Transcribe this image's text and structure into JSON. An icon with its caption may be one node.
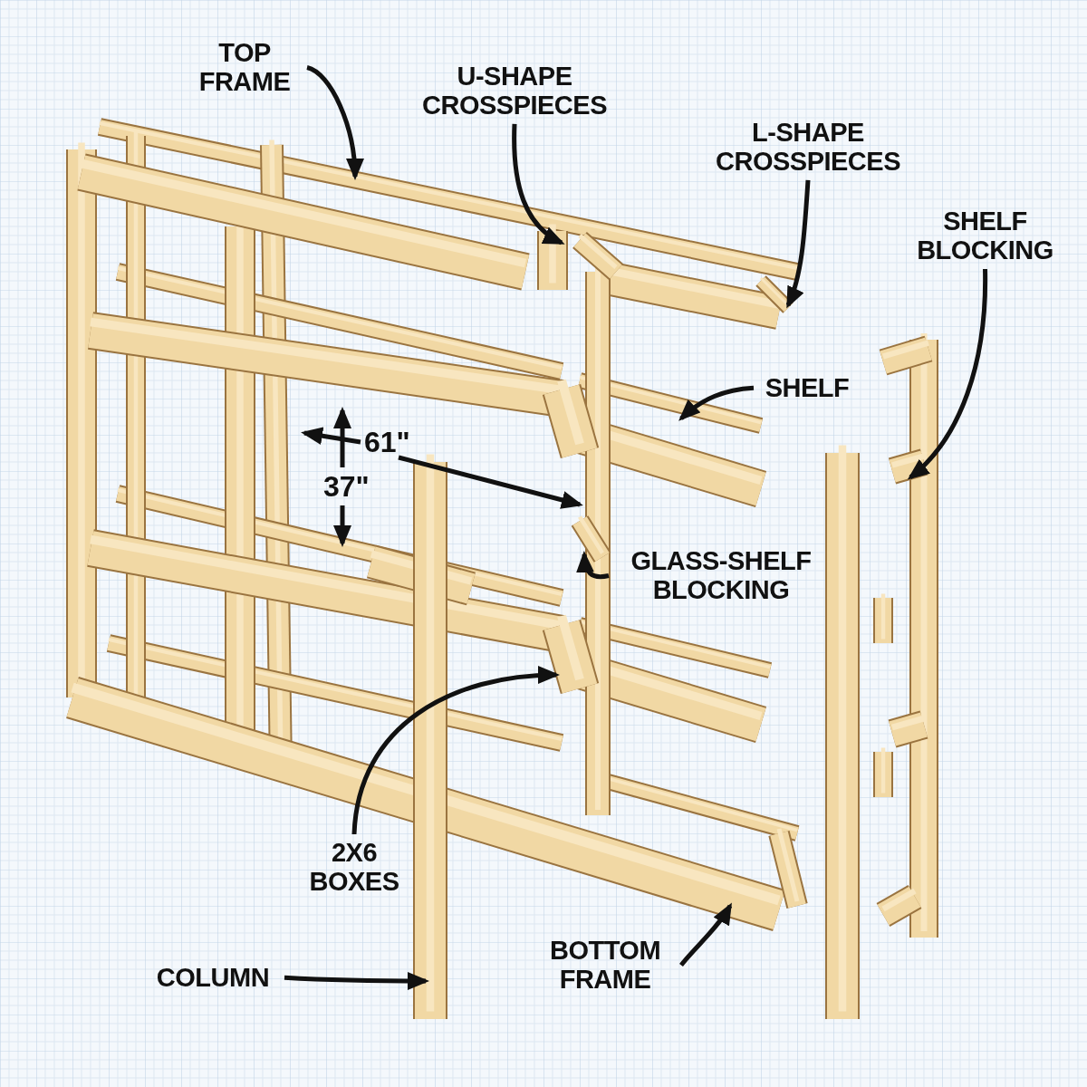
{
  "diagram": {
    "nodes": [
      {
        "text": [
          "TOP FRAME"
        ]
      },
      {
        "text": [
          "U-SHAPE CROSSPIECES"
        ]
      },
      {
        "text": [
          "L-SHAPE CROSSPIECES"
        ]
      },
      {
        "text": [
          "SHELF BLOCKING"
        ]
      },
      {
        "text": [
          "SHELF"
        ]
      },
      {
        "text": [
          "GLASS-SHELF BLOCKING"
        ]
      },
      {
        "text": [
          "2X6 BOXES"
        ]
      },
      {
        "text": [
          "COLUMN"
        ]
      },
      {
        "text": [
          "BOTTOM FRAME"
        ]
      }
    ],
    "edges": [
      {
        "from": 0,
        "to": null,
        "arrow": "to"
      },
      {
        "from": 1,
        "to": null,
        "arrow": "to"
      },
      {
        "from": 2,
        "to": null,
        "arrow": "to"
      },
      {
        "from": 3,
        "to": null,
        "arrow": "to"
      },
      {
        "from": 4,
        "to": null,
        "arrow": "to"
      },
      {
        "from": 5,
        "to": null,
        "arrow": "to"
      },
      {
        "from": 6,
        "to": null,
        "arrow": "to"
      },
      {
        "from": 7,
        "to": null,
        "arrow": "to"
      },
      {
        "from": 8,
        "to": null,
        "arrow": "to"
      }
    ],
    "labels": [
      "61\"",
      "37\""
    ]
  }
}
